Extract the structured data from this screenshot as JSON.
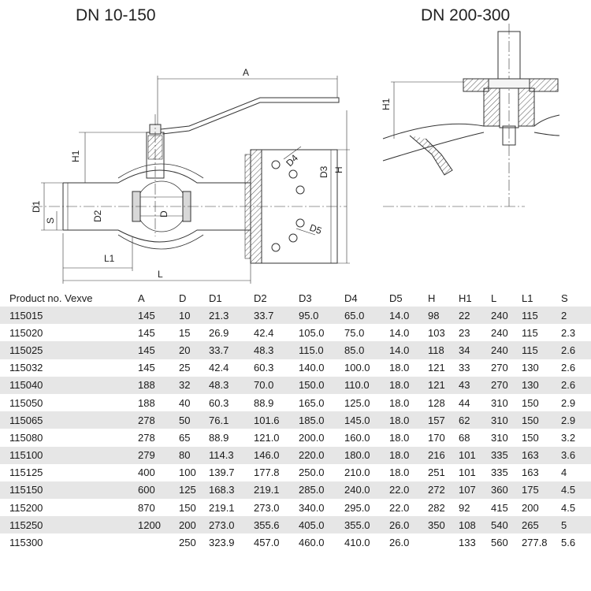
{
  "titles": {
    "left": "DN 10-150",
    "right": "DN 200-300"
  },
  "dimension_labels": {
    "A": "A",
    "H1_left": "H1",
    "D4": "D4",
    "D3": "D3",
    "H": "H",
    "D1": "D1",
    "S": "S",
    "D2": "D2",
    "D": "D",
    "D5": "D5",
    "L1": "L1",
    "L": "L",
    "H1_right": "H1"
  },
  "table": {
    "headers": [
      "Product no. Vexve",
      "A",
      "D",
      "D1",
      "D2",
      "D3",
      "D4",
      "D5",
      "H",
      "H1",
      "L",
      "L1",
      "S"
    ],
    "rows": [
      [
        "115015",
        "145",
        "10",
        "21.3",
        "33.7",
        "95.0",
        "65.0",
        "14.0",
        "98",
        "22",
        "240",
        "115",
        "2"
      ],
      [
        "115020",
        "145",
        "15",
        "26.9",
        "42.4",
        "105.0",
        "75.0",
        "14.0",
        "103",
        "23",
        "240",
        "115",
        "2.3"
      ],
      [
        "115025",
        "145",
        "20",
        "33.7",
        "48.3",
        "115.0",
        "85.0",
        "14.0",
        "118",
        "34",
        "240",
        "115",
        "2.6"
      ],
      [
        "115032",
        "145",
        "25",
        "42.4",
        "60.3",
        "140.0",
        "100.0",
        "18.0",
        "121",
        "33",
        "270",
        "130",
        "2.6"
      ],
      [
        "115040",
        "188",
        "32",
        "48.3",
        "70.0",
        "150.0",
        "110.0",
        "18.0",
        "121",
        "43",
        "270",
        "130",
        "2.6"
      ],
      [
        "115050",
        "188",
        "40",
        "60.3",
        "88.9",
        "165.0",
        "125.0",
        "18.0",
        "128",
        "44",
        "310",
        "150",
        "2.9"
      ],
      [
        "115065",
        "278",
        "50",
        "76.1",
        "101.6",
        "185.0",
        "145.0",
        "18.0",
        "157",
        "62",
        "310",
        "150",
        "2.9"
      ],
      [
        "115080",
        "278",
        "65",
        "88.9",
        "121.0",
        "200.0",
        "160.0",
        "18.0",
        "170",
        "68",
        "310",
        "150",
        "3.2"
      ],
      [
        "115100",
        "279",
        "80",
        "114.3",
        "146.0",
        "220.0",
        "180.0",
        "18.0",
        "216",
        "101",
        "335",
        "163",
        "3.6"
      ],
      [
        "115125",
        "400",
        "100",
        "139.7",
        "177.8",
        "250.0",
        "210.0",
        "18.0",
        "251",
        "101",
        "335",
        "163",
        "4"
      ],
      [
        "115150",
        "600",
        "125",
        "168.3",
        "219.1",
        "285.0",
        "240.0",
        "22.0",
        "272",
        "107",
        "360",
        "175",
        "4.5"
      ],
      [
        "115200",
        "870",
        "150",
        "219.1",
        "273.0",
        "340.0",
        "295.0",
        "22.0",
        "282",
        "92",
        "415",
        "200",
        "4.5"
      ],
      [
        "115250",
        "1200",
        "200",
        "273.0",
        "355.6",
        "405.0",
        "355.0",
        "26.0",
        "350",
        "108",
        "540",
        "265",
        "5"
      ],
      [
        "115300",
        "",
        "250",
        "323.9",
        "457.0",
        "460.0",
        "410.0",
        "26.0",
        "",
        "133",
        "560",
        "277.8",
        "5.6"
      ]
    ]
  }
}
